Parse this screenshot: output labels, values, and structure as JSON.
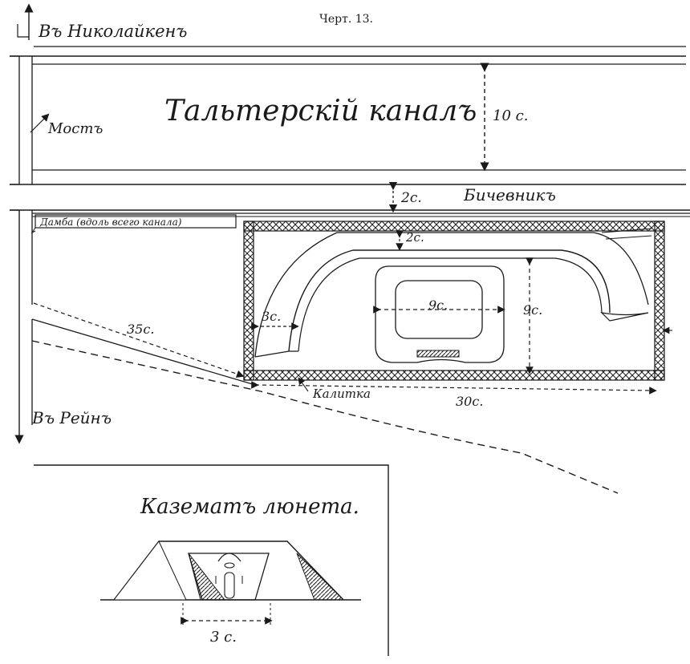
{
  "figure_caption": "Черт. 13.",
  "labels": {
    "to_nikolaiken": "Въ Николайкенъ",
    "canal": "Тальтерскій каналъ",
    "bridge": "Мостъ",
    "canal_width": "10 с.",
    "towpath_width": "2с.",
    "towpath": "Бичевникъ",
    "dam": "Дамба (вдоль всего канала)",
    "dam_gap": "2с.",
    "width_3": "3с.",
    "width_9": "9с.",
    "height_9": "9с.",
    "length_35": "35с.",
    "gate": "Калитка",
    "length_30": "30с.",
    "to_rein": "Въ Рейнъ",
    "casemate_title": "Казематъ люнета.",
    "casemate_width": "3 с."
  },
  "colors": {
    "ink": "#1a1a1a",
    "paper": "#ffffff"
  }
}
